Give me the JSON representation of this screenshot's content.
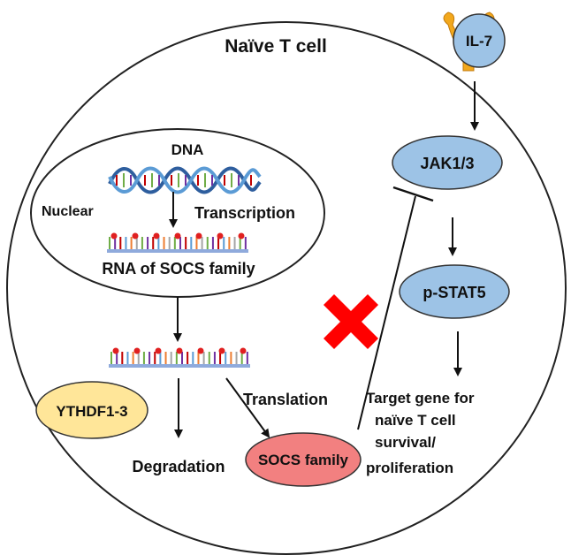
{
  "title": "Naïve T cell",
  "labels": {
    "dna": "DNA",
    "nuclear": "Nuclear",
    "transcription": "Transcription",
    "rna": "RNA of SOCS family",
    "translation": "Translation",
    "degradation": "Degradation",
    "target_line1": "Target gene for",
    "target_line2": "naïve T cell",
    "target_line3": "survival/",
    "target_line4": "proliferation"
  },
  "nodes": {
    "il7": "IL-7",
    "jak": "JAK1/3",
    "pstat5": "p-STAT5",
    "ythdf": "YTHDF1-3",
    "socs": "SOCS family"
  },
  "colors": {
    "blue_node": "#9DC3E6",
    "yellow_node": "#FFE699",
    "red_node": "#F28080",
    "receptor": "#F2A81D",
    "cross": "#FF0000",
    "dna_strand_a": "#2E5E9E",
    "dna_strand_b": "#5B9BD5"
  }
}
